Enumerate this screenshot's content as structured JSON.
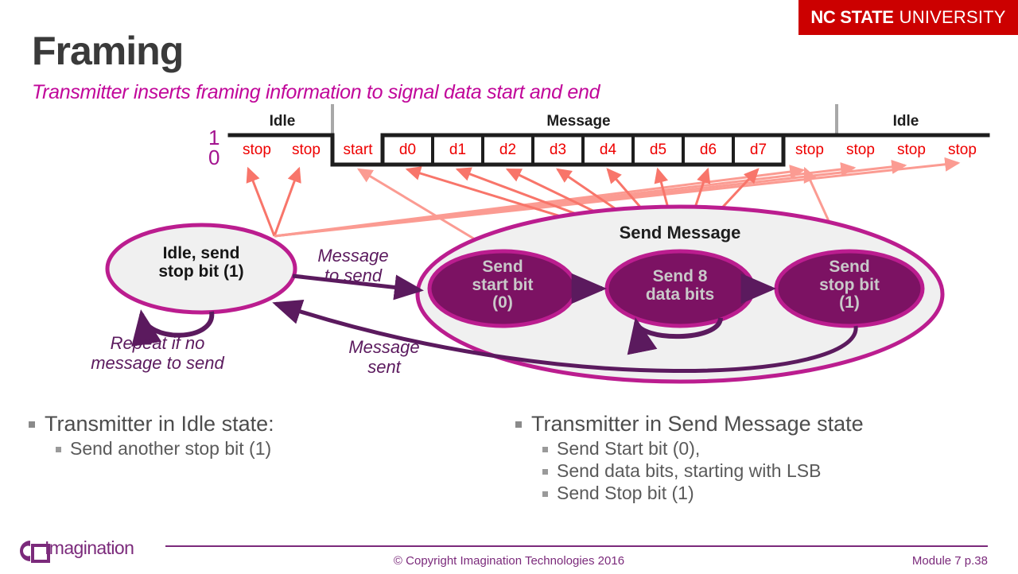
{
  "brand": {
    "university_bold": "NC STATE",
    "university_light": "UNIVERSITY",
    "university_bg": "#cc0000"
  },
  "title": "Framing",
  "subtitle": "Transmitter inserts framing information to signal data start and end",
  "timing": {
    "level_high_label": "1",
    "level_low_label": "0",
    "regions": [
      {
        "label": "Idle"
      },
      {
        "label": "Message"
      },
      {
        "label": "Idle"
      }
    ],
    "cells": [
      {
        "label": "stop",
        "kind": "high"
      },
      {
        "label": "stop",
        "kind": "high"
      },
      {
        "label": "start",
        "kind": "low"
      },
      {
        "label": "d0",
        "kind": "data"
      },
      {
        "label": "d1",
        "kind": "data"
      },
      {
        "label": "d2",
        "kind": "data"
      },
      {
        "label": "d3",
        "kind": "data"
      },
      {
        "label": "d4",
        "kind": "data"
      },
      {
        "label": "d5",
        "kind": "data"
      },
      {
        "label": "d6",
        "kind": "data"
      },
      {
        "label": "d7",
        "kind": "data"
      },
      {
        "label": "stop",
        "kind": "high"
      },
      {
        "label": "stop",
        "kind": "high"
      },
      {
        "label": "stop",
        "kind": "high"
      },
      {
        "label": "stop",
        "kind": "high"
      }
    ],
    "colors": {
      "bit_text": "#ee0000",
      "waveform": "#1d1d1d",
      "level_text": "#a3138f",
      "arrow": "#f8756a",
      "divider": "#a8a8a8"
    }
  },
  "fsm": {
    "group_label": "Send Message",
    "idle_state": "Idle, send\nstop bit (1)",
    "idle_state_line1": "Idle, send",
    "idle_state_line2": "stop bit (1)",
    "states": [
      {
        "line1": "Send",
        "line2": "start bit",
        "line3": "(0)"
      },
      {
        "line1": "Send 8",
        "line2": "data bits",
        "line3": ""
      },
      {
        "line1": "Send",
        "line2": "stop bit",
        "line3": "(1)"
      }
    ],
    "transitions": {
      "message_to_send_l1": "Message",
      "message_to_send_l2": "to send",
      "message_sent_l1": "Message",
      "message_sent_l2": "sent",
      "repeat_l1": "Repeat if no",
      "repeat_l2": "message to send"
    },
    "colors": {
      "ellipse_stroke": "#bb1d8f",
      "ellipse_fill_light": "#f0f0f0",
      "ellipse_fill_dark": "#7c1263",
      "arrow_dark": "#5b1a5e",
      "label_text": "#5b1a5e"
    }
  },
  "bullets": {
    "left": {
      "heading": "Transmitter in Idle state:",
      "items": [
        "Send another stop bit (1)"
      ]
    },
    "right": {
      "heading": "Transmitter in Send Message state",
      "items": [
        "Send Start bit (0),",
        "Send data bits, starting with LSB",
        "Send Stop bit (1)"
      ]
    }
  },
  "footer": {
    "logo_word": "Imagination",
    "copyright": "© Copyright Imagination Technologies 2016",
    "module": "Module 7 p.38",
    "color": "#7b2a7b"
  }
}
